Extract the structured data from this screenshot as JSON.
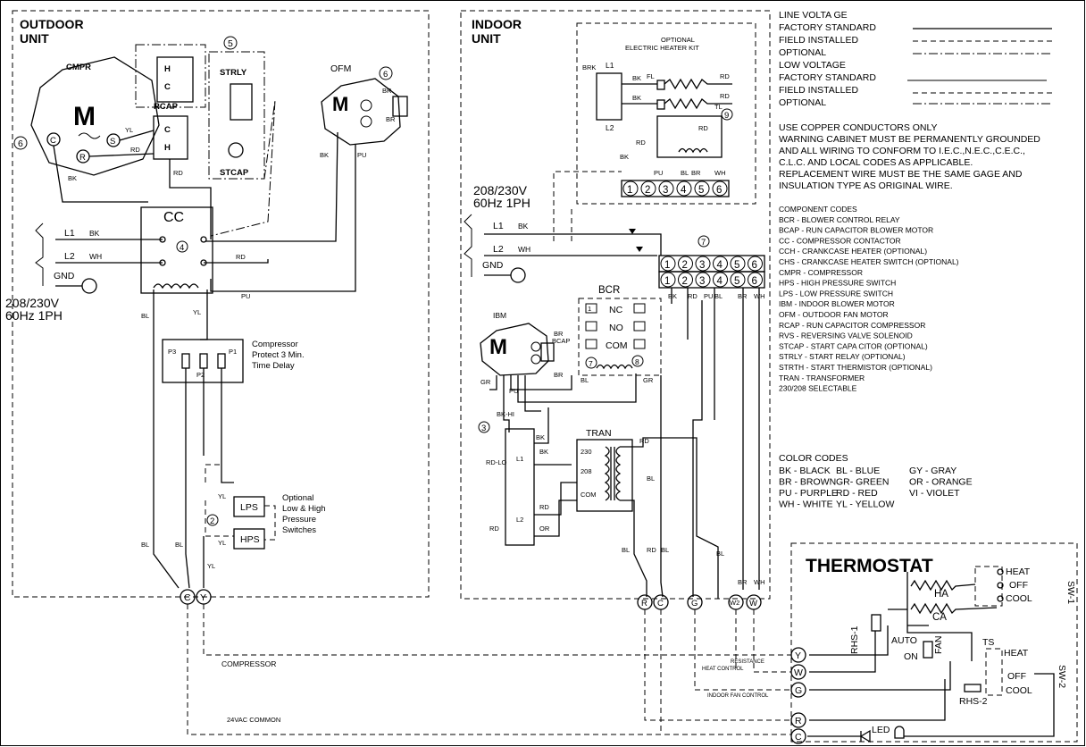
{
  "outdoor": {
    "title_1": "OUTDOOR",
    "title_2": "UNIT",
    "cmpr": "CMPR",
    "motor_m": "M",
    "rcap": "RCAP",
    "strly": "STRLY",
    "stcap": "STCAP",
    "ofm": "OFM",
    "cc": "CC",
    "supply_1": "208/230V",
    "supply_2": "60Hz 1PH",
    "l1": "L1",
    "l2": "L2",
    "gnd": "GND",
    "protect_1": "Compressor",
    "protect_2": "Protect 3 Min.",
    "protect_3": "Time Delay",
    "p1": "P1",
    "p2": "P2",
    "p3": "P3",
    "lps": "LPS",
    "hps": "HPS",
    "opt_1": "Optional",
    "opt_2": "Low & High",
    "opt_3": "Pressure",
    "opt_4": "Switches",
    "term_c": "C",
    "term_y": "Y"
  },
  "indoor": {
    "title_1": "INDOOR",
    "title_2": "UNIT",
    "heater_1": "OPTIONAL",
    "heater_2": "ELECTRIC HEATER KIT",
    "supply_1": "208/230V",
    "supply_2": "60Hz 1PH",
    "l1": "L1",
    "l2": "L2",
    "gnd": "GND",
    "bcr": "BCR",
    "nc": "NC",
    "no": "NO",
    "com": "COM",
    "ibm": "IBM",
    "bcap": "BCAP",
    "tran": "TRAN",
    "v230": "230",
    "v208": "208",
    "tcom": "COM",
    "bkhi": "BK-HI",
    "rdlo": "RD-LO",
    "terminals": [
      "1",
      "2",
      "3",
      "4",
      "5",
      "6"
    ],
    "bottom_terms": [
      "R",
      "C",
      "G",
      "W2",
      "W"
    ]
  },
  "thermostat": {
    "title": "THERMOSTAT",
    "heat": "HEAT",
    "off": "OFF",
    "cool": "COOL",
    "sw1": "SW-1",
    "sw2": "SW-2",
    "ha": "HA",
    "ca": "CA",
    "auto": "AUTO",
    "on": "ON",
    "fan": "FAN",
    "ts": "TS",
    "rhs1": "RHS-1",
    "rhs2": "RHS-2",
    "led": "LED",
    "terms": [
      "Y",
      "W",
      "G",
      "R",
      "C"
    ]
  },
  "lines": {
    "compressor": "COMPRESSOR",
    "resistance_1": "RESISTANCE",
    "resistance_2": "HEAT CONTROL",
    "indoor_fan": "INDOOR FAN CONTROL",
    "common": "24VAC COMMON"
  },
  "legend": {
    "line_voltage": "LINE VOLTA GE",
    "factory": "FACTORY STANDARD",
    "field": "FIELD INSTALLED",
    "optional": "OPTIONAL",
    "low_voltage": "LOW VOLTAGE",
    "factory2": "FACTORY STANDARD",
    "field2": "FIELD INSTALLED",
    "optional2": "OPTIONAL"
  },
  "notes": [
    "USE COPPER CONDUCTORS ONLY",
    "WARNING CABINET MUST BE PERMANENTLY GROUNDED",
    "AND ALL WIRING TO CONFORM TO I.E.C.,N.E.C.,C.E.C.,",
    "C.L.C. AND LOCAL CODES AS APPLICABLE.",
    "REPLACEMENT WIRE MUST BE THE SAME GAGE AND",
    "INSULATION TYPE AS ORIGINAL WIRE."
  ],
  "component_codes": [
    "COMPONENT CODES",
    "BCR - BLOWER CONTROL RELAY",
    "BCAP - RUN CAPACITOR BLOWER MOTOR",
    "CC - COMPRESSOR CONTACTOR",
    "CCH - CRANKCASE HEATER (OPTIONAL)",
    "CHS - CRANKCASE HEATER SWITCH (OPTIONAL)",
    "CMPR - COMPRESSOR",
    "HPS - HIGH PRESSURE SWITCH",
    "LPS - LOW PRESSURE SWITCH",
    "IBM - INDOOR BLOWER MOTOR",
    "OFM - OUTDOOR FAN MOTOR",
    "RCAP - RUN CAPACITOR COMPRESSOR",
    "RVS - REVERSING VALVE SOLENOID",
    "STCAP - START CAPA CITOR (OPTIONAL)",
    "STRLY - START RELAY (OPTIONAL)",
    "STRTH - START THERMISTOR (OPTIONAL)",
    "TRAN - TRANSFORMER",
    "230/208 SELECTABLE"
  ],
  "color_codes": {
    "title": "COLOR CODES",
    "rows": [
      [
        "BK - BLACK",
        "BL - BLUE",
        "GY - GRAY"
      ],
      [
        "BR - BROWN",
        "GR- GREEN",
        "OR - ORANGE"
      ],
      [
        "PU - PURPLE",
        "RD - RED",
        "VI - VIOLET"
      ],
      [
        "WH - WHITE",
        "YL - YELLOW",
        ""
      ]
    ]
  },
  "wire_labels": {
    "bk": "BK",
    "rd": "RD",
    "yl": "YL",
    "wh": "WH",
    "pu": "PU",
    "br": "BR",
    "bl": "BL",
    "gr": "GR",
    "or": "OR",
    "fl": "FL",
    "tl": "TL",
    "brk": "BRK",
    "h": "H",
    "c": "C",
    "s": "S",
    "r": "R"
  },
  "markers": {
    "n2": "2",
    "n3": "3",
    "n4": "4",
    "n5": "5",
    "n6": "6",
    "n7": "7",
    "n8": "8",
    "n9": "9",
    "n1": "1"
  }
}
